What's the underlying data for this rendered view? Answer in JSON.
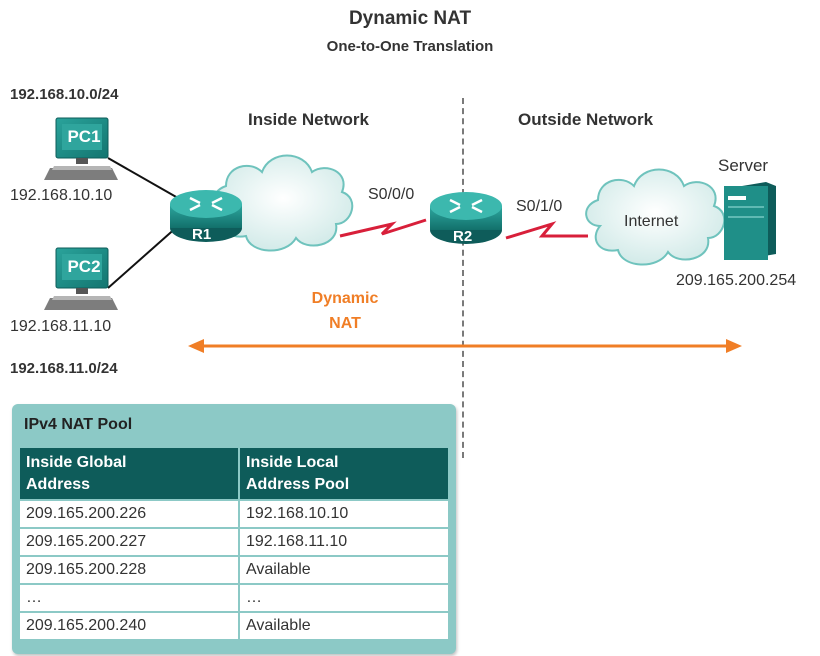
{
  "title": "Dynamic NAT",
  "subtitle": "One-to-One Translation",
  "networks": {
    "net1": "192.168.10.0/24",
    "net2": "192.168.11.0/24"
  },
  "zones": {
    "inside": "Inside Network",
    "outside": "Outside Network"
  },
  "devices": {
    "pc1": {
      "label": "PC1",
      "ip": "192.168.10.10"
    },
    "pc2": {
      "label": "PC2",
      "ip": "192.168.11.10"
    },
    "r1": {
      "label": "R1"
    },
    "r2": {
      "label": "R2"
    },
    "server": {
      "label": "Server",
      "ip": "209.165.200.254"
    }
  },
  "interfaces": {
    "s000": "S0/0/0",
    "s010": "S0/1/0"
  },
  "cloud_internet": "Internet",
  "nat_label": {
    "line1": "Dynamic",
    "line2": "NAT"
  },
  "colors": {
    "teal_dark": "#0e5c5a",
    "teal_light": "#8cc9c6",
    "device_teal": "#1f8f88",
    "nat_orange": "#f07e26",
    "serial_red": "#d81f3a"
  },
  "pool": {
    "title": "IPv4 NAT Pool",
    "headers": [
      {
        "line1": "Inside Global",
        "line2": "Address"
      },
      {
        "line1": "Inside Local",
        "line2": "Address Pool"
      }
    ],
    "rows": [
      [
        "209.165.200.226",
        "192.168.10.10"
      ],
      [
        "209.165.200.227",
        "192.168.11.10"
      ],
      [
        "209.165.200.228",
        "Available"
      ],
      [
        "…",
        "…"
      ],
      [
        "209.165.200.240",
        "Available"
      ]
    ]
  }
}
